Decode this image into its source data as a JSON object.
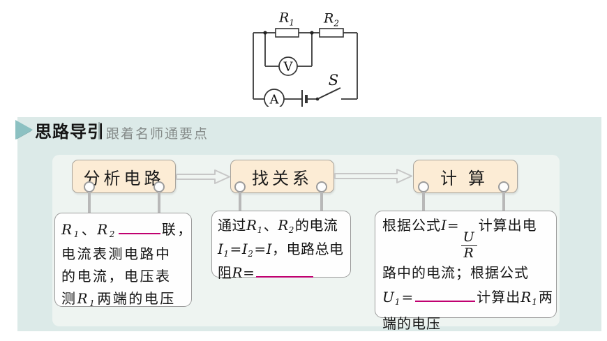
{
  "colors": {
    "section_bg": "#dceae8",
    "panel_bg": "#eef4f1",
    "step_fill": "#fcecd5",
    "accent_teal": "#8cc1c2",
    "blank_underline": "#c00070",
    "wire": "#4c4c4c"
  },
  "circuit": {
    "labels": {
      "r1": {
        "base": "R",
        "sub": "1"
      },
      "r2": {
        "base": "R",
        "sub": "2"
      },
      "voltmeter": "V",
      "ammeter": "A",
      "switch": "S"
    }
  },
  "header": {
    "title": "思路导引",
    "subtitle": "跟着名师通要点"
  },
  "flow": {
    "steps": [
      {
        "label": "分析电路"
      },
      {
        "label": "找关系"
      },
      {
        "label": "计算"
      }
    ],
    "callouts": [
      {
        "lines": [
          [
            {
              "v": "R"
            },
            {
              "s": "1"
            },
            {
              "t": "、"
            },
            {
              "v": "R"
            },
            {
              "s": "2"
            },
            {
              "b": 60
            },
            {
              "t": "联，"
            }
          ],
          [
            {
              "t": "电流表测电路中"
            }
          ],
          [
            {
              "t": "的电流，电压表"
            }
          ],
          [
            {
              "t": "测"
            },
            {
              "v": "R"
            },
            {
              "s": "1"
            },
            {
              "t": "两端的电压"
            }
          ]
        ]
      },
      {
        "lines": [
          [
            {
              "t": "通过"
            },
            {
              "v": "R"
            },
            {
              "s": "1"
            },
            {
              "t": "、"
            },
            {
              "v": "R"
            },
            {
              "s": "2"
            },
            {
              "t": "的电流"
            }
          ],
          [
            {
              "v": "I"
            },
            {
              "s": "1"
            },
            {
              "t": "="
            },
            {
              "v": "I"
            },
            {
              "s": "2"
            },
            {
              "t": "="
            },
            {
              "v": "I"
            },
            {
              "t": "，电路总电"
            }
          ],
          [
            {
              "t": "阻"
            },
            {
              "v": "R"
            },
            {
              "t": "="
            },
            {
              "b": 82
            }
          ]
        ]
      },
      {
        "lines": [
          [
            {
              "t": "根据公式"
            },
            {
              "v": "I"
            },
            {
              "t": "="
            },
            {
              "f": [
                "U",
                "R"
              ]
            },
            {
              "t": "计算出电"
            }
          ],
          [
            {
              "t": "路中的电流；根据公式"
            }
          ],
          [
            {
              "v": "U"
            },
            {
              "s": "1"
            },
            {
              "t": "="
            },
            {
              "b": 86
            },
            {
              "t": "计算出"
            },
            {
              "v": "R"
            },
            {
              "s": "1"
            },
            {
              "t": "两"
            }
          ],
          [
            {
              "t": "端的电压"
            }
          ]
        ]
      }
    ]
  }
}
